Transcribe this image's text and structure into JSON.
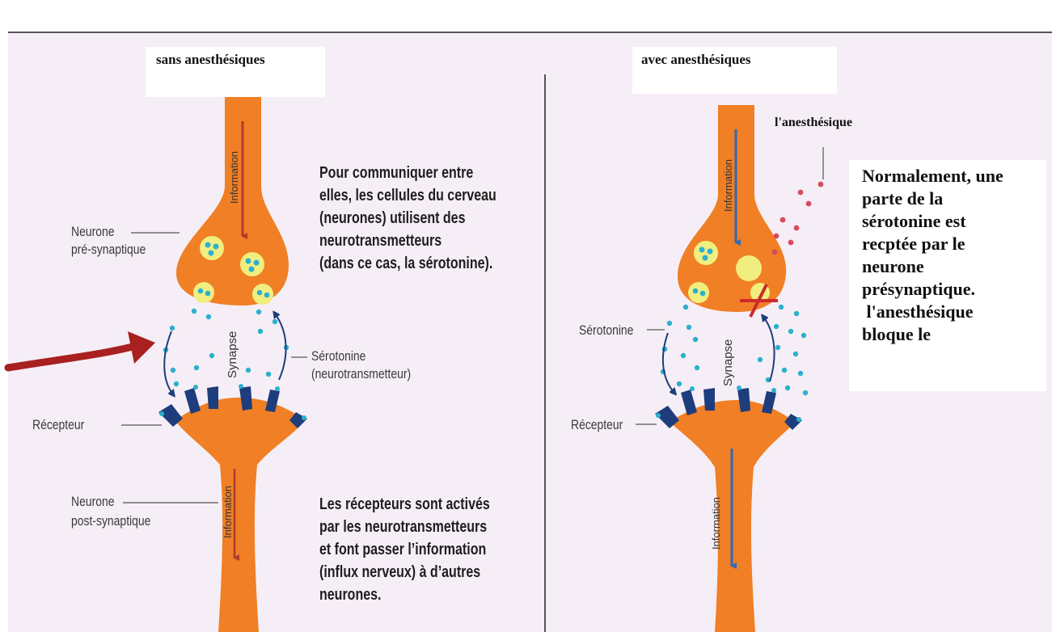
{
  "left_panel": {
    "title": "sans anesthésiques",
    "labels": {
      "pre_neuron": [
        "Neurone",
        "pré-synaptique"
      ],
      "post_neuron": [
        "Neurone",
        "post-synaptique"
      ],
      "receptor": "Récepteur",
      "serotonin": [
        "Sérotonine",
        "(neurotransmetteur)"
      ],
      "synapse": "Synapse",
      "information_top": "Information",
      "information_bottom": "Information"
    },
    "description_top": [
      "Pour communiquer entre",
      "elles, les cellules du cerveau",
      "(neurones) utilisent des",
      "neurotransmetteurs",
      "(dans ce cas, la sérotonine)."
    ],
    "description_bottom": [
      "Les récepteurs sont activés",
      "par les neurotransmetteurs",
      "et font passer l’information",
      "(influx nerveux) à d’autres",
      "neurones."
    ]
  },
  "right_panel": {
    "title": "avec anesthésiques",
    "anesthetic_label": "l'anesthésique",
    "labels": {
      "serotonin": "Sérotonine",
      "receptor": "Récepteur",
      "synapse": "Synapse",
      "information_top": "Information",
      "information_bottom": "Information"
    },
    "note_lines": [
      "Normalement, une",
      "parte de la",
      "sérotonine est",
      "recptée par le",
      "neurone",
      "présynaptique.",
      " l'anesthésique",
      "bloque le"
    ]
  },
  "colors": {
    "background": "#f6eef6",
    "neuron": "#f07f25",
    "vesicle": "#f1ee80",
    "serotonin": "#2bb0cf",
    "receptor": "#1e3d7c",
    "info_arrow_left": "#b03a2e",
    "info_arrow_right": "#2e6bb8",
    "anesthetic": "#d94b5c",
    "pointer_arrow": "#a82020",
    "block_cross": "#cc2a2a"
  }
}
